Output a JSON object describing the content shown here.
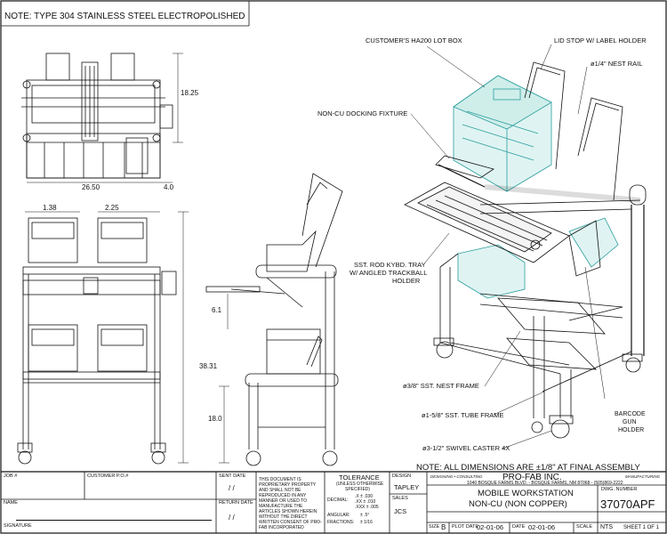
{
  "note_top": "NOTE: TYPE 304 STAINLESS STEEL ELECTROPOLISHED",
  "note_bottom": "NOTE: ALL DIMENSIONS ARE ±1/8\" AT FINAL ASSEMBLY",
  "dims": {
    "d1": "18.25",
    "d2": "26.50",
    "d3": "4.0",
    "d4": "1.38",
    "d5": "2.25",
    "d6": "6.1",
    "d7": "38.31",
    "d8": "18.0"
  },
  "callouts": {
    "lot_box": "CUSTOMER'S HA200 LOT BOX",
    "lid_stop": "LID STOP W/ LABEL HOLDER",
    "nest_rail": "ø1/4\" NEST RAIL",
    "docking": "NON-CU DOCKING FIXTURE",
    "kybd_tray_1": "SST. ROD KYBD. TRAY",
    "kybd_tray_2": "W/ ANGLED TRACKBALL",
    "kybd_tray_3": "HOLDER",
    "nest_frame": "ø3/8\" SST. NEST FRAME",
    "tube_frame": "ø1-5/8\" SST. TUBE FRAME",
    "barcode_1": "BARCODE",
    "barcode_2": "GUN",
    "barcode_3": "HOLDER",
    "caster": "ø3-1/2\" SWIVEL CASTER 4X"
  },
  "title_block": {
    "job": "JOB #",
    "customer_po": "CUSTOMER P.O.#",
    "name": "NAME",
    "signature": "SIGNATURE",
    "sent_date": "SENT DATE",
    "return_date": "RETURN DATE",
    "date_blank": "/ /",
    "proprietary": "THIS DOCUMENT IS PROPRIETARY PROPERTY AND SHALL NOT BE REPRODUCED IN ANY MANNER OR USED TO MANUFACTURE THE ARTICLES SHOWN HEREIN WITHOUT THE DIRECT WRITTEN CONSENT OF PRO-FAB INCORPORATED",
    "tolerance_title": "TOLERANCE",
    "tolerance_sub1": "(UNLESS OTHERWISE",
    "tolerance_sub2": "SPECIFIED)",
    "decimal_label": "DECIMAL:",
    "decimal_x": ".X ± .030",
    "decimal_xx": ".XX ± .010",
    "decimal_xxx": ".XXX ± .005",
    "angular_label": "ANGULAR:",
    "angular_val": "± .5°",
    "fractions_label": "FRACTIONS:",
    "fractions_val": "± 1/16",
    "design_label": "DESIGN",
    "design_val": "TAPLEY",
    "sales_label": "SALES",
    "sales_val": "JCS",
    "company_tag1": "DESIGNING • CONSULTING",
    "company": "PRO-FAB INC.",
    "company_tag2": "MANUFACTURING",
    "address": "1040 BOSQUE FARMS BLVD. - BOSQUE FARMS, NM 87068 - (505)869-2222",
    "title1": "MOBILE WORKSTATION",
    "title2": "NON-CU (NON COPPER)",
    "dwg_label": "DWG. NUMBER",
    "dwg_number": "37070APF",
    "size_label": "SIZE",
    "size_val": "B",
    "plot_date_label": "PLOT DATE",
    "plot_date": "02-01-06",
    "date_label": "DATE",
    "date_val": "02-01-06",
    "scale_label": "SCALE",
    "scale_val": "NTS",
    "sheet": "SHEET 1 OF 1"
  }
}
